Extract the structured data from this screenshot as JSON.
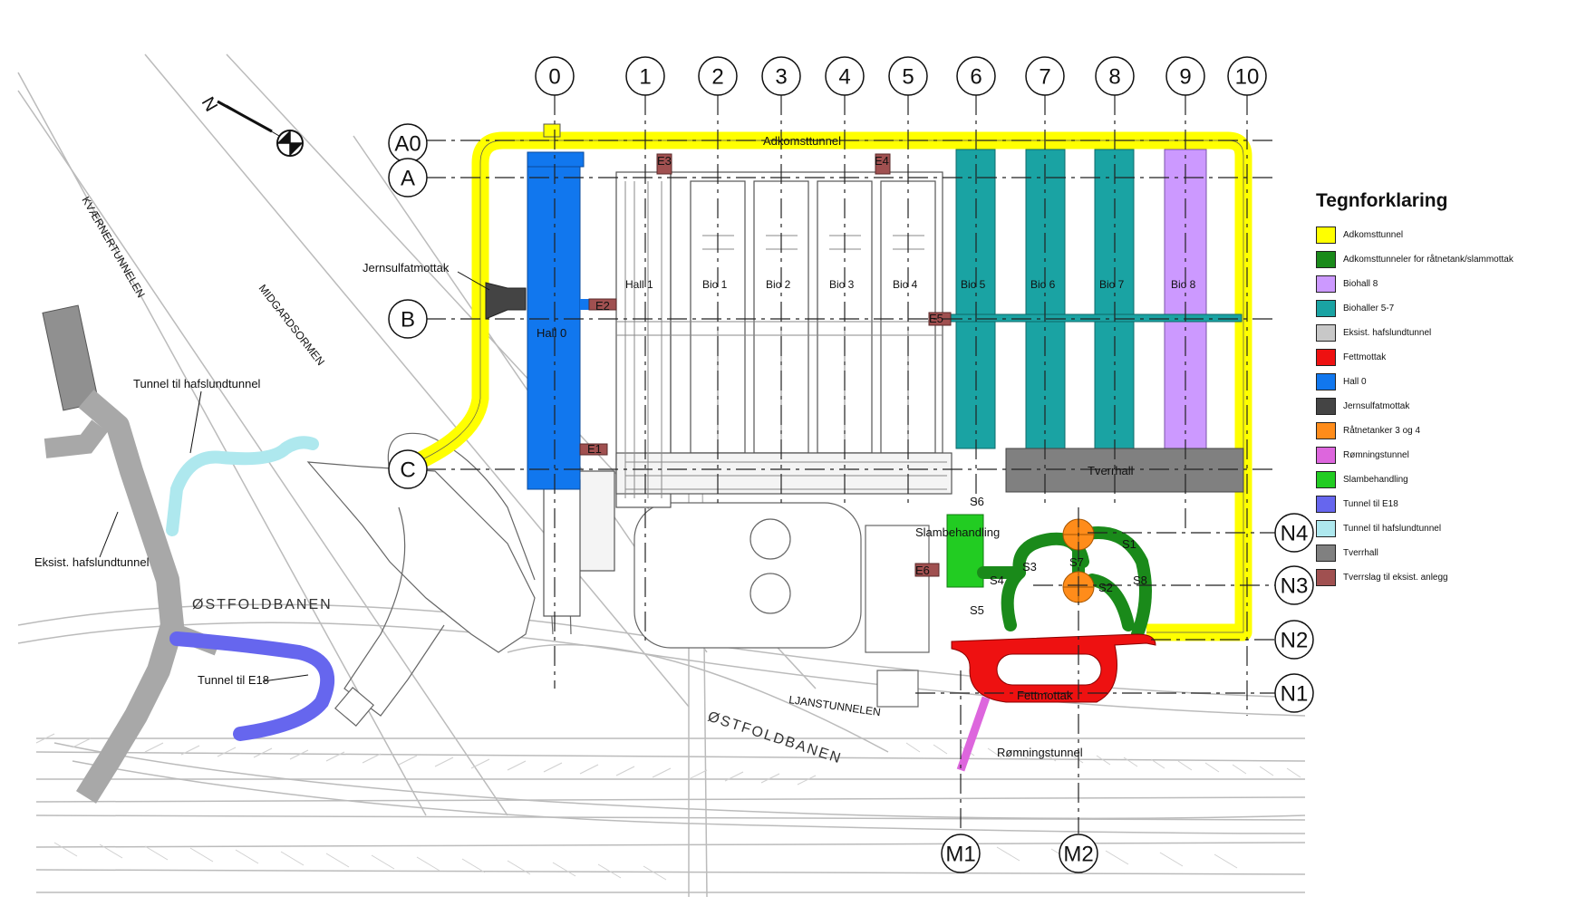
{
  "labels": {
    "adkomsttunnel": "Adkomsttunnel",
    "hall0": "Hall 0",
    "hall1": "Hall 1",
    "bio1": "Bio 1",
    "bio2": "Bio 2",
    "bio3": "Bio 3",
    "bio4": "Bio 4",
    "bio5": "Bio 5",
    "bio6": "Bio 6",
    "bio7": "Bio 7",
    "bio8": "Bio 8",
    "tverrhall": "Tverrhall",
    "slambehandling": "Slambehandling",
    "fettmottak": "Fettmottak",
    "romningstunnel": "Rømningstunnel",
    "jernsulfatmottak": "Jernsulfatmottak",
    "tunnel_hafslund": "Tunnel til hafslundtunnel",
    "eksist_hafslund": "Eksist. hafslundtunnel",
    "tunnel_e18": "Tunnel til E18",
    "ostfoldbanen1": "ØSTFOLDBANEN",
    "ostfoldbanen2": "ØSTFOLDBANEN",
    "ljanstunnelen": "LJANSTUNNELEN",
    "kvaernertunnelen": "KVÆRNERTUNNELEN",
    "midgardsormen": "MIDGARDSORMEN",
    "north": "N",
    "e1": "E1",
    "e2": "E2",
    "e3": "E3",
    "e4": "E4",
    "e5": "E5",
    "e6": "E6",
    "s1": "S1",
    "s2": "S2",
    "s3": "S3",
    "s4": "S4",
    "s5": "S5",
    "s6": "S6",
    "s7": "S7",
    "s8": "S8"
  },
  "axes": {
    "columns": [
      "0",
      "1",
      "2",
      "3",
      "4",
      "5",
      "6",
      "7",
      "8",
      "9",
      "10"
    ],
    "rows": [
      "A0",
      "A",
      "B",
      "C"
    ],
    "right_rows": [
      "N4",
      "N3",
      "N2",
      "N1"
    ],
    "bottom": [
      "M1",
      "M2"
    ]
  },
  "legend": {
    "title": "Tegnforklaring",
    "items": [
      {
        "label": "Adkomsttunnel",
        "color": "#ffff00"
      },
      {
        "label": "Adkomsttunneler for råtnetank/slammottak",
        "color": "#1a8a1a"
      },
      {
        "label": "Biohall 8",
        "color": "#cc99ff"
      },
      {
        "label": "Biohaller 5-7",
        "color": "#1aa3a3"
      },
      {
        "label": "Eksist. hafslundtunnel",
        "color": "#c8c8c8"
      },
      {
        "label": "Fettmottak",
        "color": "#ee1111"
      },
      {
        "label": "Hall 0",
        "color": "#1177ee"
      },
      {
        "label": "Jernsulfatmottak",
        "color": "#444444"
      },
      {
        "label": "Råtnetanker 3 og 4",
        "color": "#ff8c1a"
      },
      {
        "label": "Rømningstunnel",
        "color": "#dd66dd"
      },
      {
        "label": "Slambehandling",
        "color": "#22cc22"
      },
      {
        "label": "Tunnel til E18",
        "color": "#6666ee"
      },
      {
        "label": "Tunnel til hafslundtunnel",
        "color": "#aee8ee"
      },
      {
        "label": "Tverrhall",
        "color": "#808080"
      },
      {
        "label": "Tverrslag til eksist. anlegg",
        "color": "#a05050"
      }
    ]
  }
}
